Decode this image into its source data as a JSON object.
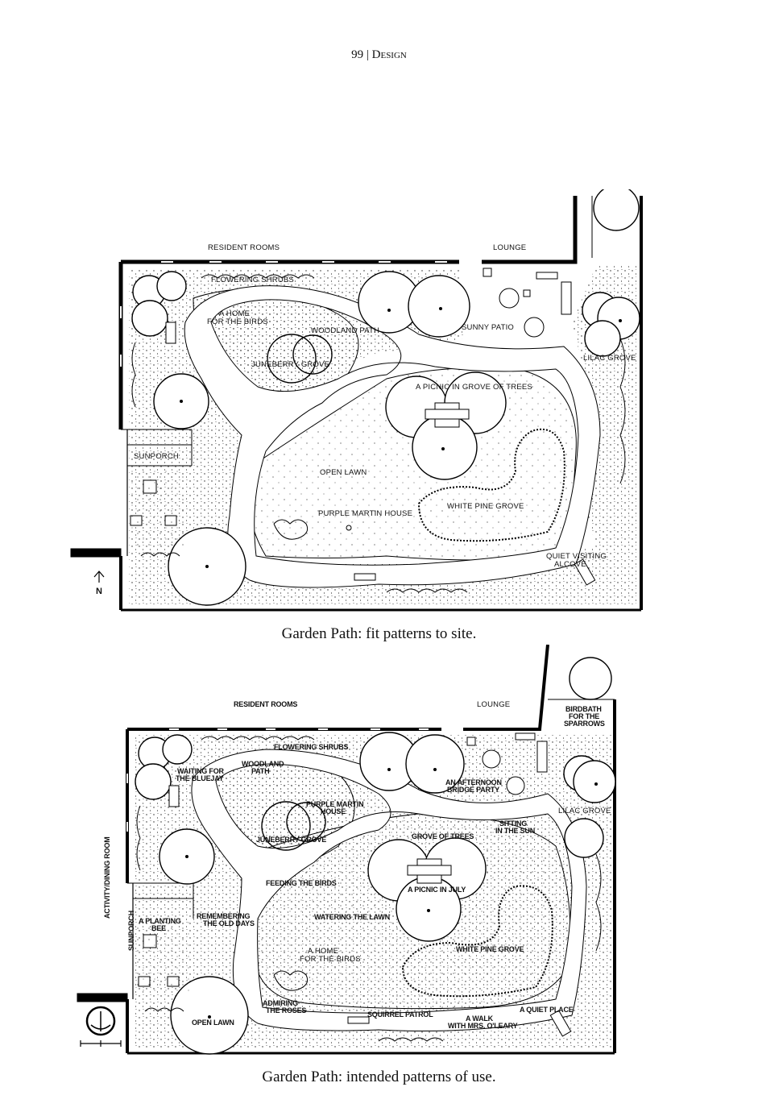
{
  "header": {
    "page_number": "99",
    "separator": "|",
    "section": "Design"
  },
  "plan1": {
    "caption": "Garden Path: fit patterns to site.",
    "north_label": "N",
    "labels": {
      "resident_rooms": "RESIDENT   ROOMS",
      "lounge": "LOUNGE",
      "flowering_shrubs": "FLOWERING SHRUBS",
      "home_for_birds_1": "A  HOME",
      "home_for_birds_2": "FOR  THE  BIRDS",
      "woodland_path": "WOODLAND PATH",
      "sunny_patio": "SUNNY PATIO",
      "juneberry_grove": "JUNEBERRY GROVE",
      "lilac_grove": "LILAC GROVE",
      "picnic": "A PICNIC IN   GROVE OF TREES",
      "sunporch": "SUNPORCH",
      "open_lawn": "OPEN LAWN",
      "purple_martin_house": "PURPLE MARTIN HOUSE",
      "white_pine_grove": "WHITE PINE GROVE",
      "quiet_visiting_1": "QUIET VISITING",
      "quiet_visiting_2": "ALCOVE"
    }
  },
  "plan2": {
    "caption": "Garden Path: intended patterns of use.",
    "labels": {
      "resident_rooms": "RESIDENT ROOMS",
      "lounge": "LOUNGE",
      "birdbath_1": "BIRDBATH",
      "birdbath_2": "FOR THE",
      "birdbath_3": "SPARROWS",
      "flowering_shrubs": "FLOWERING SHRUBS",
      "waiting_1": "WAITING FOR",
      "waiting_2": "THE BLUEJAY",
      "woodland_path_1": "WOODLAND",
      "woodland_path_2": "PATH",
      "afternoon_1": "AN AFTERNOON",
      "afternoon_2": "BRIDGE PARTY",
      "lilac_grove": "LILAC GROVE",
      "purple_martin_1": "PURPLE MARTIN",
      "purple_martin_2": "HOUSE",
      "sitting_1": "SITTING",
      "sitting_2": "IN THE SUN",
      "grove_of_trees": "GROVE OF TREES",
      "juneberry_grove": "JUNEBERRY GROVE",
      "activity_room": "ACTIVITY/DINING ROOM",
      "feeding_birds": "FEEDING THE BIRDS",
      "picnic_july": "A PICNIC IN JULY",
      "planting_bee_1": "A PLANTING",
      "planting_bee_2": "BEE",
      "remembering_1": "REMEMBERING",
      "remembering_2": "THE OLD DAYS",
      "watering": "WATERING THE LAWN",
      "sunporch": "SUNPORCH",
      "home_birds_1": "A  HOME",
      "home_birds_2": "FOR  THE  BIRDS",
      "white_pine_grove": "WHITE PINE GROVE",
      "admiring_1": "ADMIRING",
      "admiring_2": "THE ROSES",
      "squirrel_patrol": "SQUIRREL  PATROL",
      "walk_1": "A WALK",
      "walk_2": "WITH MRS. O'LEARY",
      "quiet_place": "A QUIET PLACE",
      "open_lawn": "OPEN LAWN"
    }
  }
}
